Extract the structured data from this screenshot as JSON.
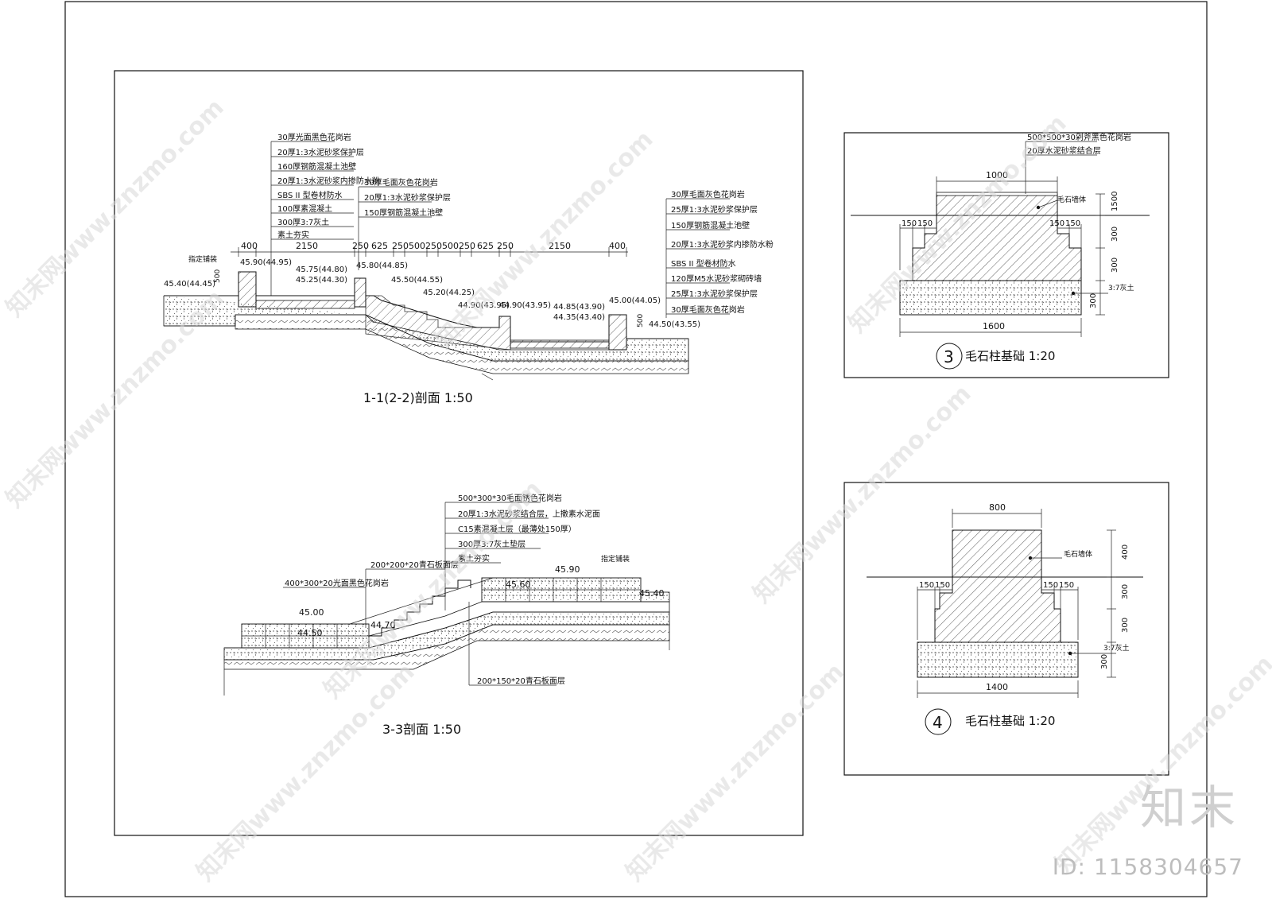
{
  "section_a": {
    "title": "1-1(2-2)剖面   1:50",
    "spec_left": [
      "30厚光面黑色花岗岩",
      "20厚1:3水泥砂浆保护层",
      "160厚钢筋混凝土池壁",
      "20厚1:3水泥砂浆内掺防水粉",
      "SBS II 型卷材防水",
      "100厚素混凝土",
      "300厚3:7灰土",
      "素土夯实"
    ],
    "spec_mid": [
      "30厚毛面灰色花岗岩",
      "20厚1:3水泥砂浆保护层",
      "150厚钢筋混凝土池壁"
    ],
    "spec_right": [
      "30厚毛面灰色花岗岩",
      "25厚1:3水泥砂浆保护层",
      "150厚钢筋混凝土池壁",
      "20厚1:3水泥砂浆内掺防水粉",
      "SBS II 型卷材防水",
      "120厚M5水泥砂浆砌砖墙",
      "25厚1:3水泥砂浆保护层",
      "30厚毛面灰色花岗岩"
    ],
    "dims": [
      "400",
      "2150",
      "250",
      "625",
      "250",
      "500",
      "250",
      "500",
      "250",
      "625",
      "250",
      "2150",
      "400"
    ],
    "elevations": [
      "45.90(44.95)",
      "45.75(44.80)",
      "45.25(44.30)",
      "45.80(44.85)",
      "45.50(44.55)",
      "45.20(44.25)",
      "44.90(43.95)",
      "44.90(43.95)",
      "44.85(43.90)",
      "44.35(43.40)",
      "45.00(44.05)",
      "44.50(43.55)",
      "45.40(44.45)"
    ],
    "small_labels": [
      "指定铺装",
      "500",
      "500"
    ]
  },
  "section_b": {
    "title": "3-3剖面   1:50",
    "spec": [
      "500*300*30毛面锈色花岗岩",
      "20厚1:3水泥砂浆结合层，上撒素水泥面",
      "C15素混凝土层（最薄处150厚）",
      "300厚3:7灰土垫层",
      "素土夯实"
    ],
    "label_left": "400*300*20光面黑色花岗岩",
    "label_step": "200*200*20青石板面层",
    "label_bottom": "200*150*20青石板面层",
    "label_paving": "指定铺装",
    "elevations": [
      "45.90",
      "45.60",
      "45.40",
      "45.00",
      "44.70",
      "44.50"
    ]
  },
  "detail3": {
    "title": "毛石柱基础  1:20",
    "number": "3",
    "spec": [
      "500*500*30剁斧黑色花岗岩",
      "20厚水泥砂浆结合层"
    ],
    "label_body": "毛石墙体",
    "label_base": "3:7灰土",
    "dims": [
      "1000",
      "150",
      "150",
      "150",
      "150",
      "1600",
      "1500",
      "300",
      "300",
      "300"
    ]
  },
  "detail4": {
    "title": "毛石柱基础  1:20",
    "number": "4",
    "label_body": "毛石墙体",
    "label_base": "3:7灰土",
    "dims": [
      "800",
      "150",
      "150",
      "150",
      "150",
      "1400",
      "400",
      "300",
      "300",
      "300"
    ]
  },
  "watermark": {
    "site": "知末网www.znzmo.com",
    "brand": "知末",
    "id": "ID: 1158304657"
  }
}
